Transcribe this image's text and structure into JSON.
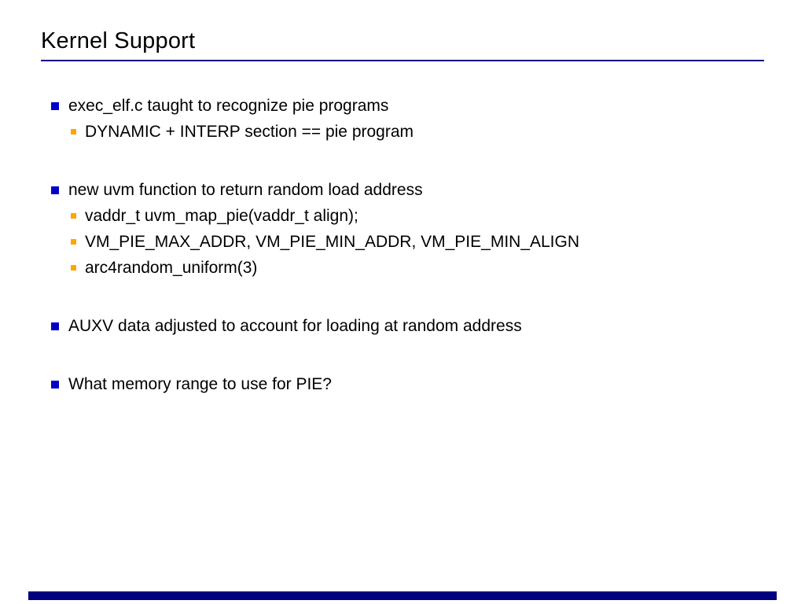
{
  "slide": {
    "title": "Kernel Support",
    "colors": {
      "rule": "#00007f",
      "bullet_l1": "#0000c8",
      "bullet_l2": "#ffa500",
      "footer_bar": "#00007f",
      "text": "#000000",
      "background": "#ffffff"
    },
    "groups": [
      {
        "main": "exec_elf.c taught to recognize pie programs",
        "subs": [
          "DYNAMIC + INTERP section == pie program"
        ]
      },
      {
        "main": "new uvm function to return random load address",
        "subs": [
          "vaddr_t uvm_map_pie(vaddr_t align);",
          "VM_PIE_MAX_ADDR, VM_PIE_MIN_ADDR, VM_PIE_MIN_ALIGN",
          "arc4random_uniform(3)"
        ]
      },
      {
        "main": "AUXV data adjusted to account for loading at random address",
        "subs": []
      },
      {
        "main": "What memory range to use for PIE?",
        "subs": []
      }
    ]
  }
}
